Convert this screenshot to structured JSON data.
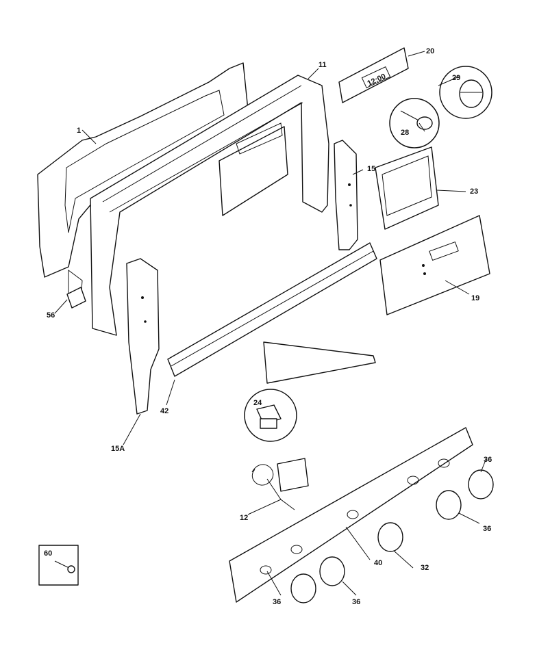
{
  "callouts": {
    "c1": "1",
    "c11": "11",
    "c20": "20",
    "c29": "29",
    "c28": "28",
    "c15": "15",
    "c23": "23",
    "c19": "19",
    "c56": "56",
    "c42": "42",
    "c15a": "15A",
    "c24": "24",
    "c36a": "36",
    "c36b": "36",
    "c12": "12",
    "c40": "40",
    "c32": "32",
    "c36c": "36",
    "c36d": "36",
    "c60": "60"
  },
  "clock_display": "12:00"
}
